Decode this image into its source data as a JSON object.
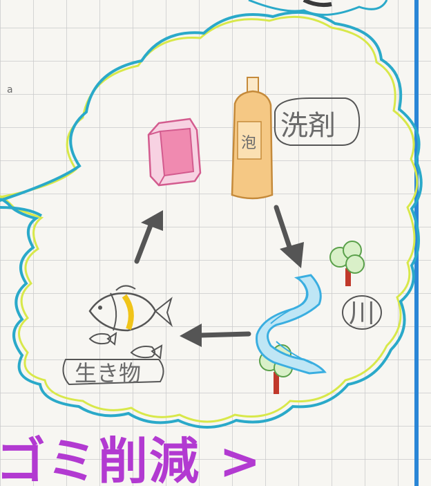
{
  "labels": {
    "detergent": "洗剤",
    "foam": "泡",
    "river": "川",
    "creatures": "生き物"
  },
  "bottom_text": "ゴミ削減 >",
  "stray_mark": "a",
  "colors": {
    "paper": "#f7f6f2",
    "grid": "#c9c9c9",
    "cloud_outer": "#2aa9c9",
    "cloud_inner": "#d8e84a",
    "bottom_text": "#b23ad1",
    "right_border": "#2a86d6",
    "arrow": "#555555",
    "river": "#3aaee0",
    "tree_green": "#7fc46a",
    "tree_trunk": "#c0392b",
    "bottle": "#f2b25a",
    "sponge": "#f08ab0",
    "fish_stripe": "#f0c419"
  },
  "icons": [
    "sponge-icon",
    "detergent-bottle-icon",
    "river-icon",
    "tree-icon",
    "fish-icon",
    "arrow-icon"
  ]
}
